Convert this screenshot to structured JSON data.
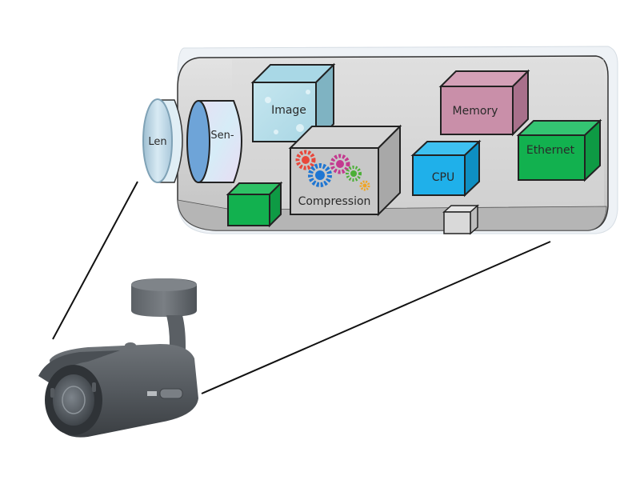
{
  "diagram": {
    "title": "IP camera internal components",
    "components": {
      "lens": {
        "label": "Len",
        "color": "#cfe3ee"
      },
      "sensor": {
        "label": "Sen-",
        "color": "#5b9bd5"
      },
      "image": {
        "label": "Image",
        "color": "#b7dde8"
      },
      "compression": {
        "label": "Compression",
        "color": "#c9c9c9"
      },
      "memory": {
        "label": "Memory",
        "color": "#c98fa9"
      },
      "cpu": {
        "label": "CPU",
        "color": "#1fb0ea"
      },
      "ethernet": {
        "label": "Ethernet",
        "color": "#12b14f"
      },
      "green_block": {
        "label": "",
        "color": "#12b14f"
      },
      "connector": {
        "label": "",
        "color": "#d9d9d9"
      }
    },
    "housing_color": "#cfcfcf",
    "camera_icon": "bullet-camera-icon"
  }
}
